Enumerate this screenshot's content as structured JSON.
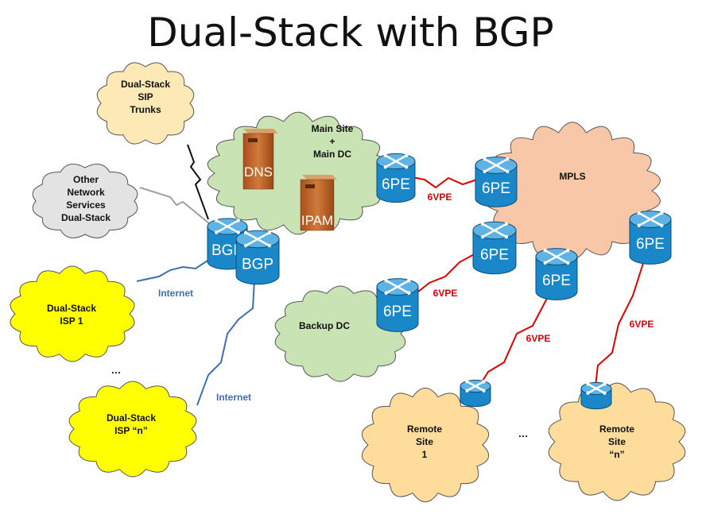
{
  "title": "Dual-Stack with BGP",
  "clouds": {
    "sip": [
      "Dual-Stack",
      "SIP",
      "Trunks"
    ],
    "other": [
      "Other",
      "Network",
      "Services",
      "Dual-Stack"
    ],
    "main": [
      "Main Site",
      "+",
      "Main DC"
    ],
    "mpls": [
      "MPLS"
    ],
    "isp1": [
      "Dual-Stack",
      "ISP 1"
    ],
    "ispn": [
      "Dual-Stack",
      "ISP “n”"
    ],
    "backup": [
      "Backup DC"
    ],
    "remote1": [
      "Remote",
      "Site",
      "1"
    ],
    "remoten": [
      "Remote",
      "Site",
      "“n”"
    ]
  },
  "servers": {
    "dns": "DNS",
    "ipam": "IPAM"
  },
  "routers": {
    "bgp": "BGP",
    "pe": "6PE"
  },
  "links": {
    "vpe": "6VPE",
    "internet": "Internet"
  },
  "ellipsis": "…",
  "colors": {
    "main_cloud": "#c9e3b4",
    "backup_cloud": "#c9e3b4",
    "mpls_cloud": "#f8c7a8",
    "isp_cloud": "#ffff00",
    "remote_cloud": "#fddc9c",
    "gray_cloud": "#e3e3e3",
    "sip_cloud": "#fde9b6",
    "router": "#1a87c9",
    "vpe_link": "#e00000",
    "internet_link": "#3d6fb5"
  }
}
